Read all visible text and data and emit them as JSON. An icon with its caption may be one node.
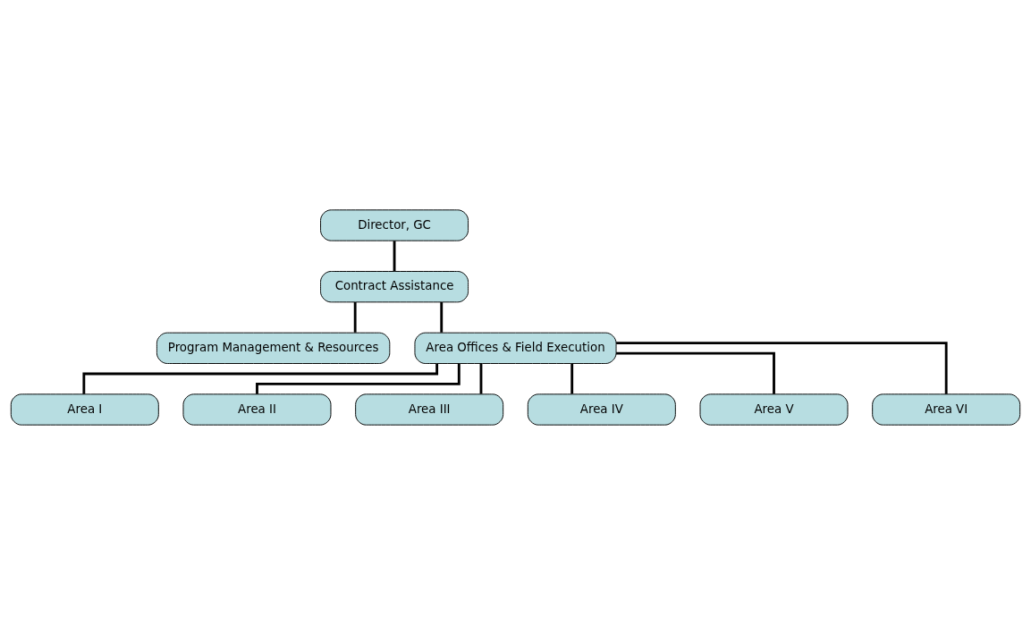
{
  "diagram": {
    "nodes": [
      {
        "text": [
          "Director, GC"
        ]
      },
      {
        "text": [
          "Contract Assistance"
        ]
      },
      {
        "text": [
          "Program Management & Resources"
        ]
      },
      {
        "text": [
          "Area Offices & Field Execution"
        ]
      },
      {
        "text": [
          "Area I"
        ]
      },
      {
        "text": [
          "Area II"
        ]
      },
      {
        "text": [
          "Area III"
        ]
      },
      {
        "text": [
          "Area IV"
        ]
      },
      {
        "text": [
          "Area V"
        ]
      },
      {
        "text": [
          "Area VI"
        ]
      }
    ],
    "edges": [
      {
        "from": 0,
        "to": 1,
        "arrow": "none"
      },
      {
        "from": 1,
        "to": 2,
        "arrow": "none"
      },
      {
        "from": 1,
        "to": 3,
        "arrow": "none"
      },
      {
        "from": 3,
        "to": 4,
        "arrow": "none"
      },
      {
        "from": 3,
        "to": 5,
        "arrow": "none"
      },
      {
        "from": 3,
        "to": 6,
        "arrow": "none"
      },
      {
        "from": 3,
        "to": 7,
        "arrow": "none"
      },
      {
        "from": 3,
        "to": 8,
        "arrow": "none"
      },
      {
        "from": 3,
        "to": 9,
        "arrow": "none"
      }
    ]
  }
}
